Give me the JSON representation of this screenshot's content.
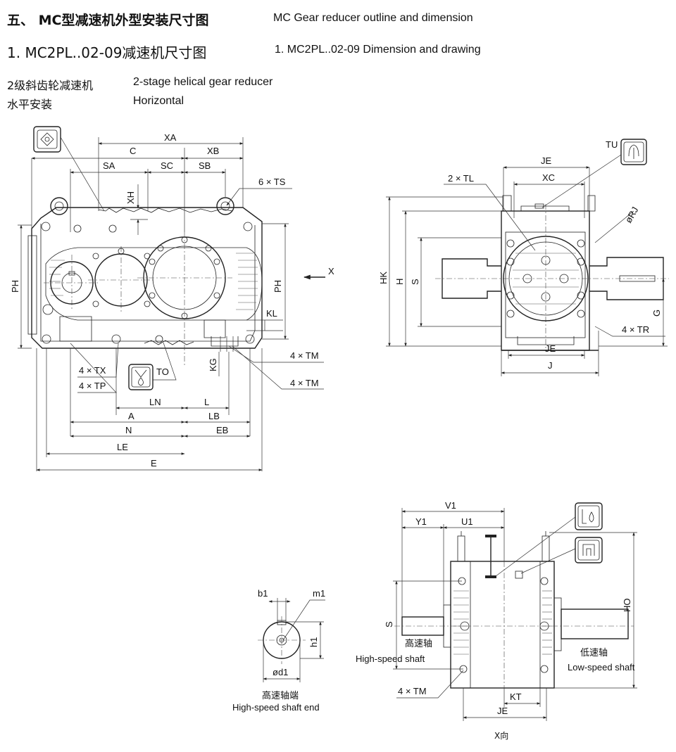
{
  "header": {
    "section_cn": "五、 MC型减速机外型安装尺寸图",
    "section_en": "MC Gear reducer outline and dimension",
    "sub_cn": "1. MC2PL..02-09减速机尺寸图",
    "sub_en": "1. MC2PL..02-09 Dimension and drawing"
  },
  "specs": {
    "type_cn": "2级斜齿轮减速机",
    "type_en": "2-stage helical gear reducer",
    "mount_cn": "水平安装",
    "mount_en": "Horizontal"
  },
  "front_view": {
    "labels": {
      "XA": "XA",
      "C": "C",
      "XB": "XB",
      "SA": "SA",
      "SC": "SC",
      "SB": "SB",
      "XH": "XH",
      "TS": "6 × TS",
      "PH": "PH",
      "X": "X",
      "KL": "KL",
      "KG": "KG",
      "TM1": "4 × TM",
      "TM2": "4 × TM",
      "TX": "4 × TX",
      "TP": "4 × TP",
      "TO": "TO",
      "LN": "LN",
      "L": "L",
      "A": "A",
      "LB": "LB",
      "N": "N",
      "EB": "EB",
      "LE": "LE",
      "E": "E"
    }
  },
  "side_view": {
    "labels": {
      "TU": "TU",
      "JE": "JE",
      "TL": "2 × TL",
      "XC": "XC",
      "RJ": "øRJ",
      "HK": "HK",
      "H": "H",
      "S": "S",
      "G": "G",
      "TR": "4 × TR",
      "JE2": "JE",
      "J": "J"
    }
  },
  "shaft_end": {
    "labels": {
      "b1": "b1",
      "m1": "m1",
      "h1": "h1",
      "d1": "ød1"
    },
    "caption_cn": "高速轴端",
    "caption_en": "High-speed shaft end"
  },
  "top_view": {
    "labels": {
      "V1": "V1",
      "Y1": "Y1",
      "U1": "U1",
      "HO": "HO",
      "S": "S",
      "TM": "4 × TM",
      "KT": "KT",
      "JE": "JE"
    },
    "hs_cn": "高速轴",
    "hs_en": "High-speed shaft",
    "ls_cn": "低速轴",
    "ls_en": "Low-speed shaft",
    "dir": "X向"
  }
}
